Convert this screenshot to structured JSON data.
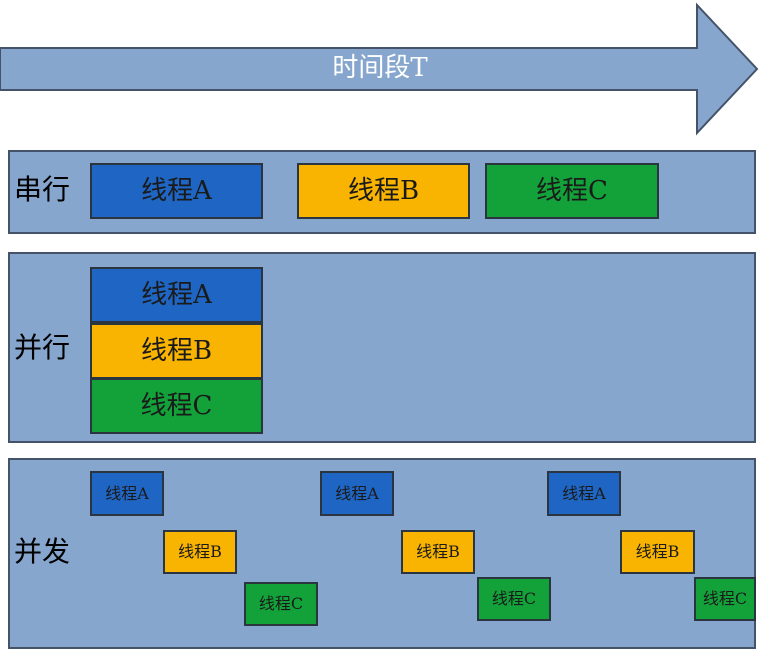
{
  "timeline": {
    "label": "时间段T"
  },
  "colors": {
    "thread_a": "#1f66c4",
    "thread_b": "#f8b400",
    "thread_c": "#13a23a",
    "panel": "#86a6cd"
  },
  "rows": [
    {
      "label": "串行",
      "threads": [
        "线程A",
        "线程B",
        "线程C"
      ]
    },
    {
      "label": "并行",
      "threads": [
        "线程A",
        "线程B",
        "线程C"
      ]
    },
    {
      "label": "并发",
      "threads": [
        "线程A",
        "线程B",
        "线程C",
        "线程A",
        "线程B",
        "线程C",
        "线程A",
        "线程B",
        "线程C"
      ]
    }
  ]
}
